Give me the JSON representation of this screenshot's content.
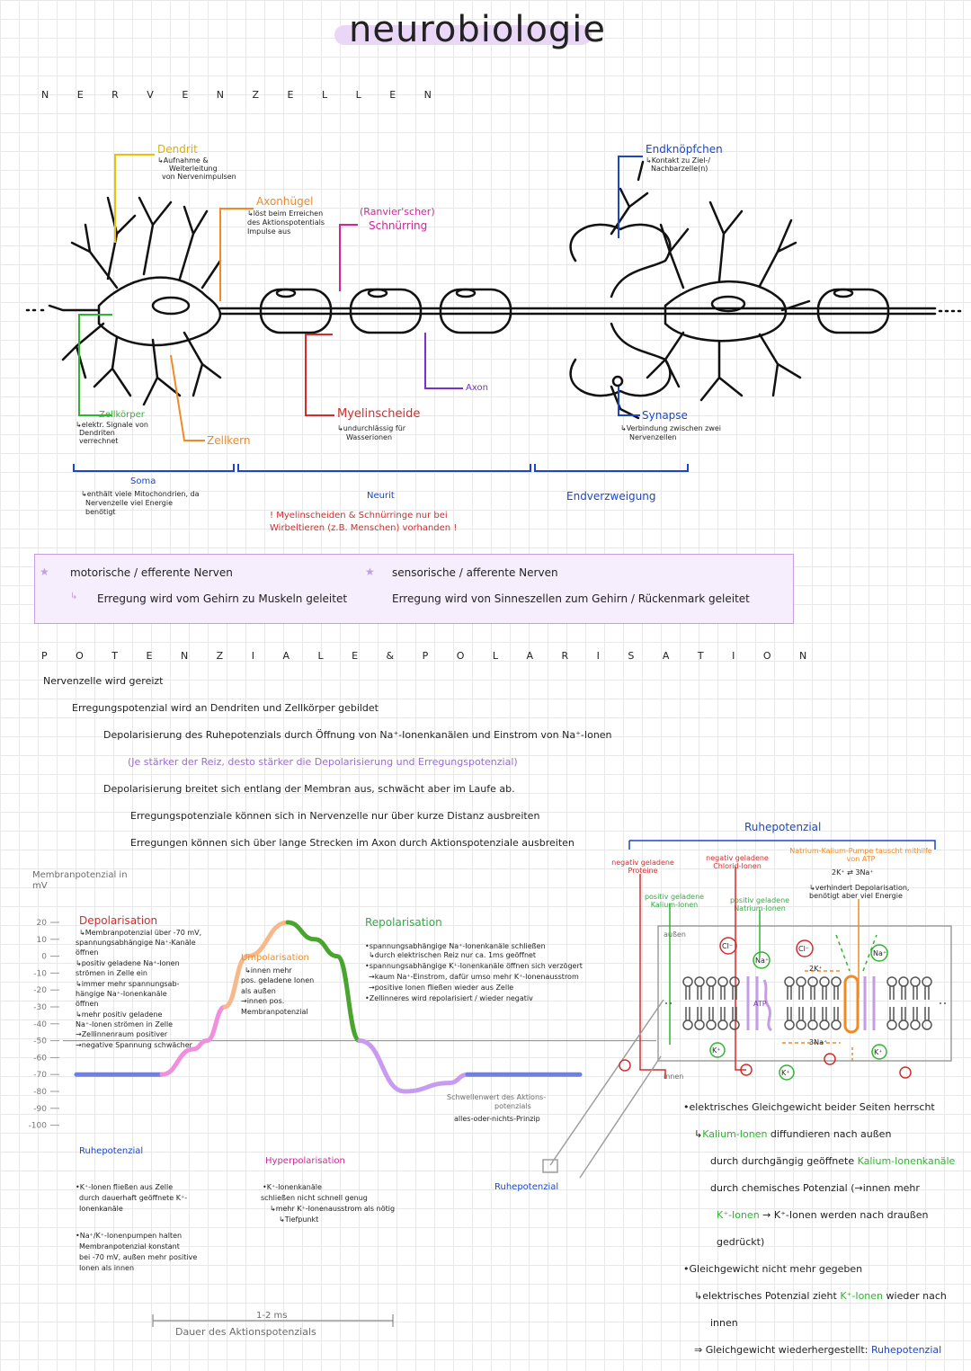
{
  "title": "neurobiologie",
  "section1": {
    "heading": "N E R V E N Z E L L E N"
  },
  "labels": {
    "dendrit": {
      "name": "Dendrit",
      "l1": "↳Aufnahme &",
      "l2": "Weiterleitung",
      "l3": "von Nervenimpulsen"
    },
    "axonhuegel": {
      "name": "Axonhügel",
      "l1": "↳löst beim Erreichen",
      "l2": "des Aktionspotentials",
      "l3": "Impulse aus"
    },
    "ranvier": {
      "l1": "(Ranvier'scher)",
      "l2": "Schnürring"
    },
    "endknoepfchen": {
      "name": "Endknöpfchen",
      "l1": "↳Kontakt zu Ziel-/",
      "l2": "Nachbarzelle(n)"
    },
    "zellkoerper": {
      "name": "Zellkörper",
      "l1": "↳elektr. Signale von",
      "l2": "Dendriten",
      "l3": "verrechnet"
    },
    "zellkern": "Zellkern",
    "myelinscheide": {
      "name": "Myelinscheide",
      "l1": "↳undurchlässig für",
      "l2": "Wasserionen"
    },
    "axon": "Axon",
    "synapse": {
      "name": "Synapse",
      "l1": "↳Verbindung zwischen zwei",
      "l2": "Nervenzellen"
    },
    "soma": {
      "name": "Soma",
      "l1": "↳enthält viele Mitochondrien, da",
      "l2": "Nervenzelle viel Energie",
      "l3": "benötigt"
    },
    "neurit": "Neurit",
    "endverzweigung": "Endverzweigung",
    "note": {
      "l1": "! Myelinscheiden & Schnürringe nur bei",
      "l2": "Wirbeltieren (z.B. Menschen) vorhanden !"
    }
  },
  "nerves": {
    "motor_title": "motorische / efferente Nerven",
    "motor_desc": "Erregung wird vom Gehirn zu Muskeln geleitet",
    "sensor_title": "sensorische / afferente Nerven",
    "sensor_desc": "Erregung wird von Sinneszellen zum Gehirn / Rückenmark geleitet"
  },
  "section2": {
    "heading": "P O T E N Z I A L E & P O L A R I S A T I O N",
    "b1": "Nervenzelle wird gereizt",
    "b2": "Erregungspotenzial wird an Dendriten und Zellkörper gebildet",
    "b3": "Depolarisierung des Ruhepotenzials durch Öffnung von Na⁺-Ionenkanälen und Einstrom von Na⁺-Ionen",
    "b4": "(Je stärker der Reiz, desto stärker die Depolarisierung und Erregungspotenzial)",
    "b5": "Depolarisierung breitet sich entlang der Membran aus, schwächt aber im Laufe ab.",
    "b6": "Erregungspotenziale können sich in Nervenzelle nur über kurze Distanz ausbreiten",
    "b7": "Erregungen können sich über lange Strecken im Axon durch Aktionspotenziale ausbreiten"
  },
  "chart_data": {
    "type": "line",
    "ylabel": "Membranpotenzial in mV",
    "xlabel": "Dauer des Aktionspotenzials",
    "duration_label": "1-2 ms",
    "yticks": [
      20,
      10,
      0,
      -10,
      -20,
      -30,
      -40,
      -50,
      -60,
      -70,
      -80,
      -90,
      -100
    ],
    "ylim": [
      -100,
      20
    ],
    "series": [
      {
        "values": [
          -70,
          -70,
          -55,
          -50,
          -30,
          0,
          20,
          10,
          0,
          -50,
          -80,
          -75,
          -70,
          -70
        ]
      }
    ],
    "threshold_mv": -50,
    "resting_mv": -70
  },
  "chart_text": {
    "depol": {
      "name": "Depolarisation",
      "l1": "↳Membranpotenzial über -70 mV,",
      "l2": "spannungsabhängige Na⁺-Kanäle",
      "l3": "öffnen",
      "l4": "↳positiv geladene Na⁺-Ionen",
      "l5": "strömen in Zelle ein",
      "l6": "↳immer mehr spannungsab-",
      "l7": "hängige Na⁺-Ionenkanäle",
      "l8": "öffnen",
      "l9": "↳mehr positiv geladene",
      "l10": "Na⁺-Ionen strömen in Zelle",
      "l11": "→Zellinnenraum positiver",
      "l12": "→negative Spannung schwächer"
    },
    "umpol": {
      "name": "Umpolarisation",
      "l1": "↳innen mehr",
      "l2": "pos. geladene Ionen",
      "l3": "als außen",
      "l4": "→innen pos.",
      "l5": "Membranpotenzial"
    },
    "repol": {
      "name": "Repolarisation",
      "l1": "•spannungsabhängige Na⁺-Ionenkanäle schließen",
      "l2": "↳durch elektrischen Reiz nur ca. 1ms geöffnet",
      "l3": "•spannungsabhängige K⁺-Ionenkanäle öffnen sich verzögert",
      "l4": "→kaum Na⁺-Einstrom, dafür umso mehr K⁺-Ionenausstrom",
      "l5": "→positive Ionen fließen wieder aus Zelle",
      "l6": "•Zellinneres wird repolarisiert / wieder negativ"
    },
    "ruhe1": {
      "name": "Ruhepotenzial",
      "l1": "•K⁺-Ionen fließen aus Zelle",
      "l2": "durch dauerhaft geöffnete K⁺-",
      "l3": "Ionenkanäle",
      "l4": "•Na⁺/K⁺-Ionenpumpen halten",
      "l5": "Membranpotenzial konstant",
      "l6": "bei -70 mV, außen mehr positive",
      "l7": "Ionen als innen"
    },
    "hyper": {
      "name": "Hyperpolarisation",
      "l1": "•K⁺-Ionenkanäle",
      "l2": "schließen nicht schnell genug",
      "l3": "↳mehr K⁺-Ionenausstrom als nötig",
      "l4": "↳Tiefpunkt"
    },
    "schwelle": {
      "l1": "Schwellenwert des Aktions-",
      "l2": "potenzials",
      "l3": "alles-oder-nichts-Prinzip"
    },
    "ruhe2": "Ruhepotenzial"
  },
  "membrane": {
    "title": "Ruhepotenzial",
    "neg_prot": "negativ geladene Proteine",
    "neg_cl": "negativ geladene Chlorid-Ionen",
    "pos_k": "positiv geladene Kalium-Ionen",
    "pos_na": "positiv geladene Natrium-Ionen",
    "pump": "Natrium-Kalium-Pumpe tauscht mithilfe von ATP",
    "pump2": "2K⁺ ⇄ 3Na⁺",
    "pump3": "↳verhindert Depolarisation, benötigt aber viel Energie",
    "aussen": "außen",
    "innen": "innen",
    "atp": "ATP",
    "ion_na": "Na⁺",
    "ion_k": "K⁺",
    "ion_cl": "Cl⁻",
    "count2": "2K⁺",
    "count3": "3Na⁺"
  },
  "right_text": {
    "r1": "•elektrisches Gleichgewicht beider Seiten herrscht",
    "r2a": "↳",
    "r2b": "Kalium-Ionen",
    "r2c": " diffundieren nach außen",
    "r3a": "durch durchgängig geöffnete ",
    "r3b": "Kalium-Ionenkanäle",
    "r4": "durch chemisches Potenzial (→innen mehr",
    "r5a": "K⁺-Ionen",
    "r5b": " → K⁺-Ionen werden nach draußen",
    "r6": "gedrückt)",
    "r7": "•Gleichgewicht nicht mehr gegeben",
    "r8a": "↳elektrisches Potenzial zieht ",
    "r8b": "K⁺-Ionen",
    "r8c": " wieder nach",
    "r9": "innen",
    "r10a": "⇒ Gleichgewicht wiederhergestellt: ",
    "r10b": "Ruhepotenzial"
  }
}
